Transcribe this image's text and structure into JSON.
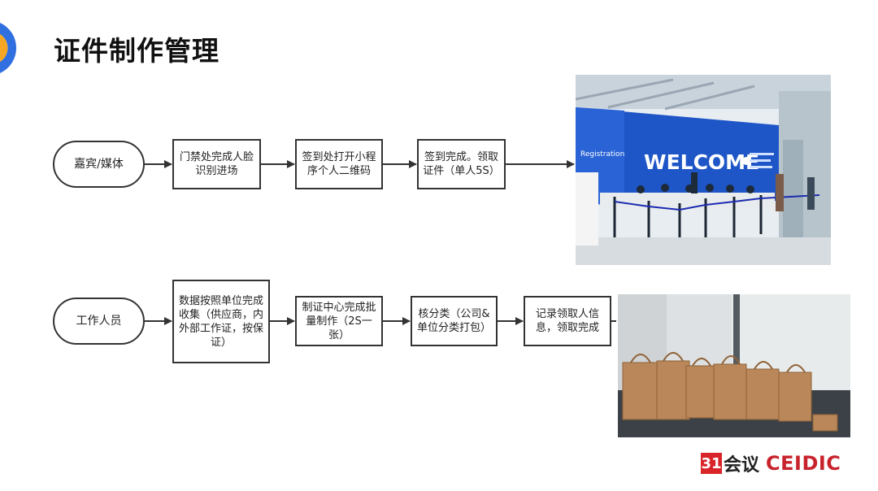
{
  "title": "证件制作管理",
  "row1": {
    "start": "嘉宾/媒体",
    "steps": [
      "门禁处完成人脸识别进场",
      "签到处打开小程序个人二维码",
      "签到完成。领取证件（单人5S）"
    ]
  },
  "row2": {
    "start": "工作人员",
    "steps": [
      "数据按照单位完成收集（供应商，内外部工作证，按保证）",
      "制证中心完成批量制作（2S一张）",
      "核分类（公司&单位分类打包）",
      "记录领取人信息，领取完成"
    ]
  },
  "photo1": {
    "welcome": "WELCOME",
    "banner": "Registration"
  },
  "brand": {
    "mark": "31",
    "cn": "会议",
    "en": "CEIDIC"
  },
  "colors": {
    "brand_red": "#d9252a",
    "logo_blue": "#2f6fe0",
    "logo_orange": "#f5a623"
  }
}
